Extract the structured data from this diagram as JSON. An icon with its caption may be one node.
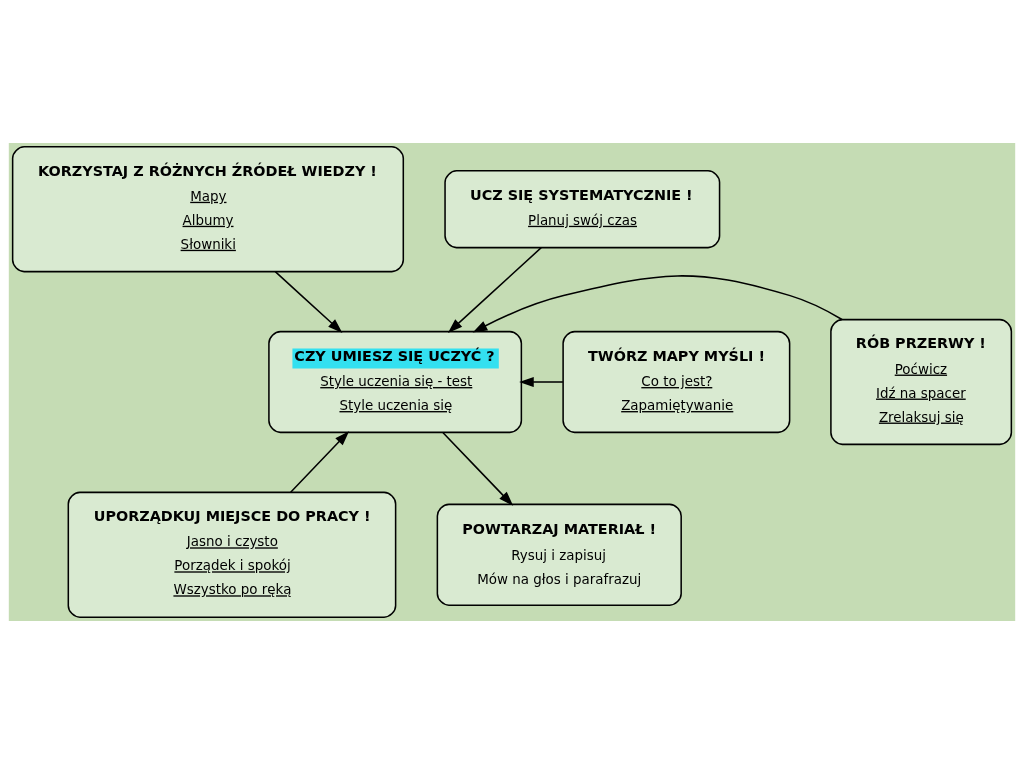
{
  "diagram": {
    "nodes": [
      {
        "text": [
          "KORZYSTAJ Z RÓŻNYCH ŹRÓDEŁ WIEDZY !",
          "Mapy",
          "Albumy",
          "Słowniki"
        ]
      },
      {
        "text": [
          "UCZ SIĘ SYSTEMATYCZNIE !",
          "Planuj swój czas"
        ]
      },
      {
        "text": [
          "TWÓRZ MAPY MYŚLI !",
          "Co to jest?",
          "Zapamiętywanie"
        ]
      },
      {
        "text": [
          "CZY UMIESZ SIĘ UCZYĆ ?",
          "Style uczenia się - test",
          "Style uczenia się"
        ]
      },
      {
        "text": [
          "RÓB PRZERWY !",
          "Poćwicz",
          "Idź na spacer",
          "Zrelaksuj się"
        ]
      },
      {
        "text": [
          "UPORZĄDKUJ MIEJSCE DO PRACY !",
          "Jasno i czysto",
          "Porządek i spokój",
          "Wszystko po ręką"
        ]
      },
      {
        "text": [
          "POWTARZAJ MATERIAŁ !",
          "Rysuj i zapisuj",
          "Mów na głos i parafrazuj"
        ]
      }
    ],
    "edges": [
      {
        "from": 0,
        "to": 3,
        "arrow": "to"
      },
      {
        "from": 1,
        "to": 3,
        "arrow": "to"
      },
      {
        "from": 2,
        "to": 3,
        "arrow": "to"
      },
      {
        "from": 4,
        "to": 3,
        "arrow": "to"
      },
      {
        "from": 5,
        "to": 3,
        "arrow": "to"
      },
      {
        "from": 3,
        "to": 6,
        "arrow": "to"
      }
    ]
  }
}
